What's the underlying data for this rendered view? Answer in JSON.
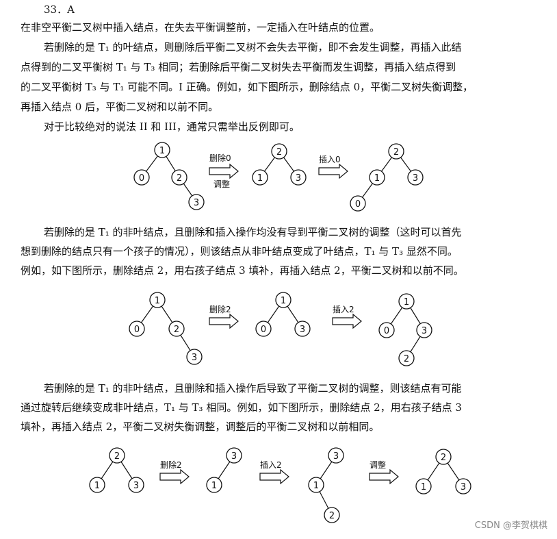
{
  "answer_label": "33．A",
  "lines": [
    "在非空平衡二叉树中插入结点，在失去平衡调整前，一定插入在叶结点的位置。",
    "若删除的是 T₁ 的叶结点，则删除后平衡二叉树不会失去平衡，即不会发生调整，再插入此结",
    "点得到的二叉平衡树 T₁ 与 T₃ 相同；若删除后平衡二叉树失去平衡而发生调整，再插入结点得到",
    "的二叉平衡树 T₃ 与 T₁ 可能不同。I 正确。例如，如下图所示，删除结点 0，平衡二叉树失衡调整，",
    "再插入结点 0 后，平衡二叉树和以前不同。",
    "对于比较绝对的说法 II 和 III，通常只需举出反例即可。",
    "若删除的是 T₁ 的非叶结点，且删除和插入操作均没有导到平衡二叉树的调整（这时可以首先",
    "想到删除的结点只有一个孩子的情况），则该结点从非叶结点变成了叶结点，T₁ 与 T₃ 显然不同。",
    "例如，如下图所示，删除结点 2，用右孩子结点 3 填补，再插入结点 2，平衡二叉树和以前不同。",
    "若删除的是 T₁ 的非叶结点，且删除和插入操作后导致了平衡二叉树的调整，则该结点有可能",
    "通过旋转后继续变成非叶结点，T₁ 与 T₃ 相同。例如，如下图所示，删除结点 2，用右孩子结点 3",
    "填补，再插入结点 2，平衡二叉树失衡调整，调整后的平衡二叉树和以前相同。"
  ],
  "diagram1": {
    "labels": [
      "删除0",
      "调整",
      "插入0"
    ],
    "tree_a": [
      "1",
      "0",
      "2",
      "3"
    ],
    "tree_b": [
      "2",
      "1",
      "3"
    ],
    "tree_c": [
      "2",
      "1",
      "3",
      "0"
    ]
  },
  "diagram2": {
    "labels": [
      "删除2",
      "插入2"
    ],
    "tree_a": [
      "1",
      "0",
      "2",
      "3"
    ],
    "tree_b": [
      "1",
      "0",
      "3"
    ],
    "tree_c": [
      "1",
      "0",
      "3",
      "2"
    ]
  },
  "diagram3": {
    "labels": [
      "删除2",
      "插入2",
      "调整"
    ],
    "tree_a": [
      "2",
      "1",
      "3"
    ],
    "tree_b": [
      "3",
      "1"
    ],
    "tree_c": [
      "3",
      "1",
      "2"
    ],
    "tree_d": [
      "2",
      "1",
      "3"
    ]
  },
  "watermark": "CSDN @李贺棋棋"
}
